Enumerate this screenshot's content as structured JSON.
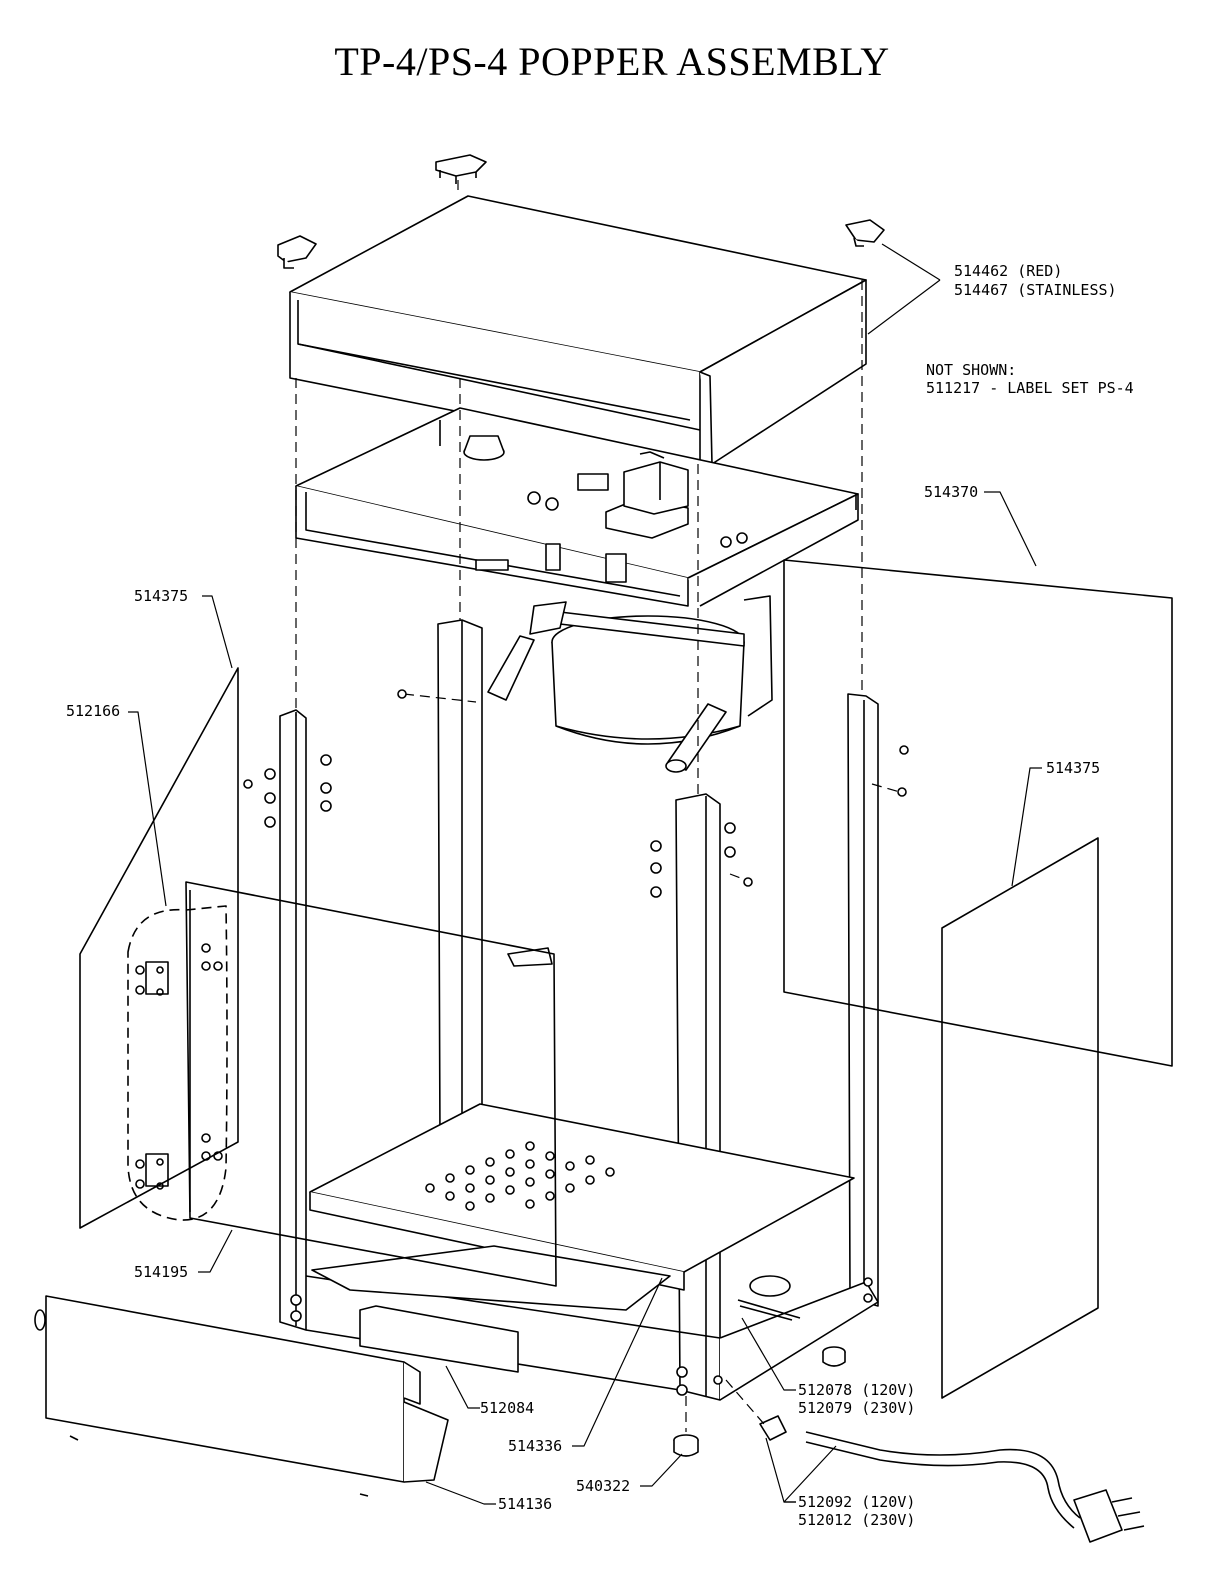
{
  "title": "TP-4/PS-4 POPPER ASSEMBLY",
  "not_shown": {
    "heading": "NOT SHOWN:",
    "item": "511217 - LABEL SET PS-4"
  },
  "labels": {
    "top_cap_red": "514462 (RED)",
    "top_cap_stainless": "514467 (STAINLESS)",
    "back_panel": "514370",
    "left_side_panel": "514375",
    "right_side_panel": "514375",
    "hinge": "512166",
    "door": "514195",
    "drawer_handle": "512084",
    "dump_bin": "514336",
    "base_panel": "514136",
    "foot": "540322",
    "heater_120": "512078 (120V)",
    "heater_230": "512079 (230V)",
    "cord_120": "512092 (120V)",
    "cord_230": "512012 (230V)"
  },
  "colors": {
    "line": "#000000",
    "background": "#ffffff"
  }
}
